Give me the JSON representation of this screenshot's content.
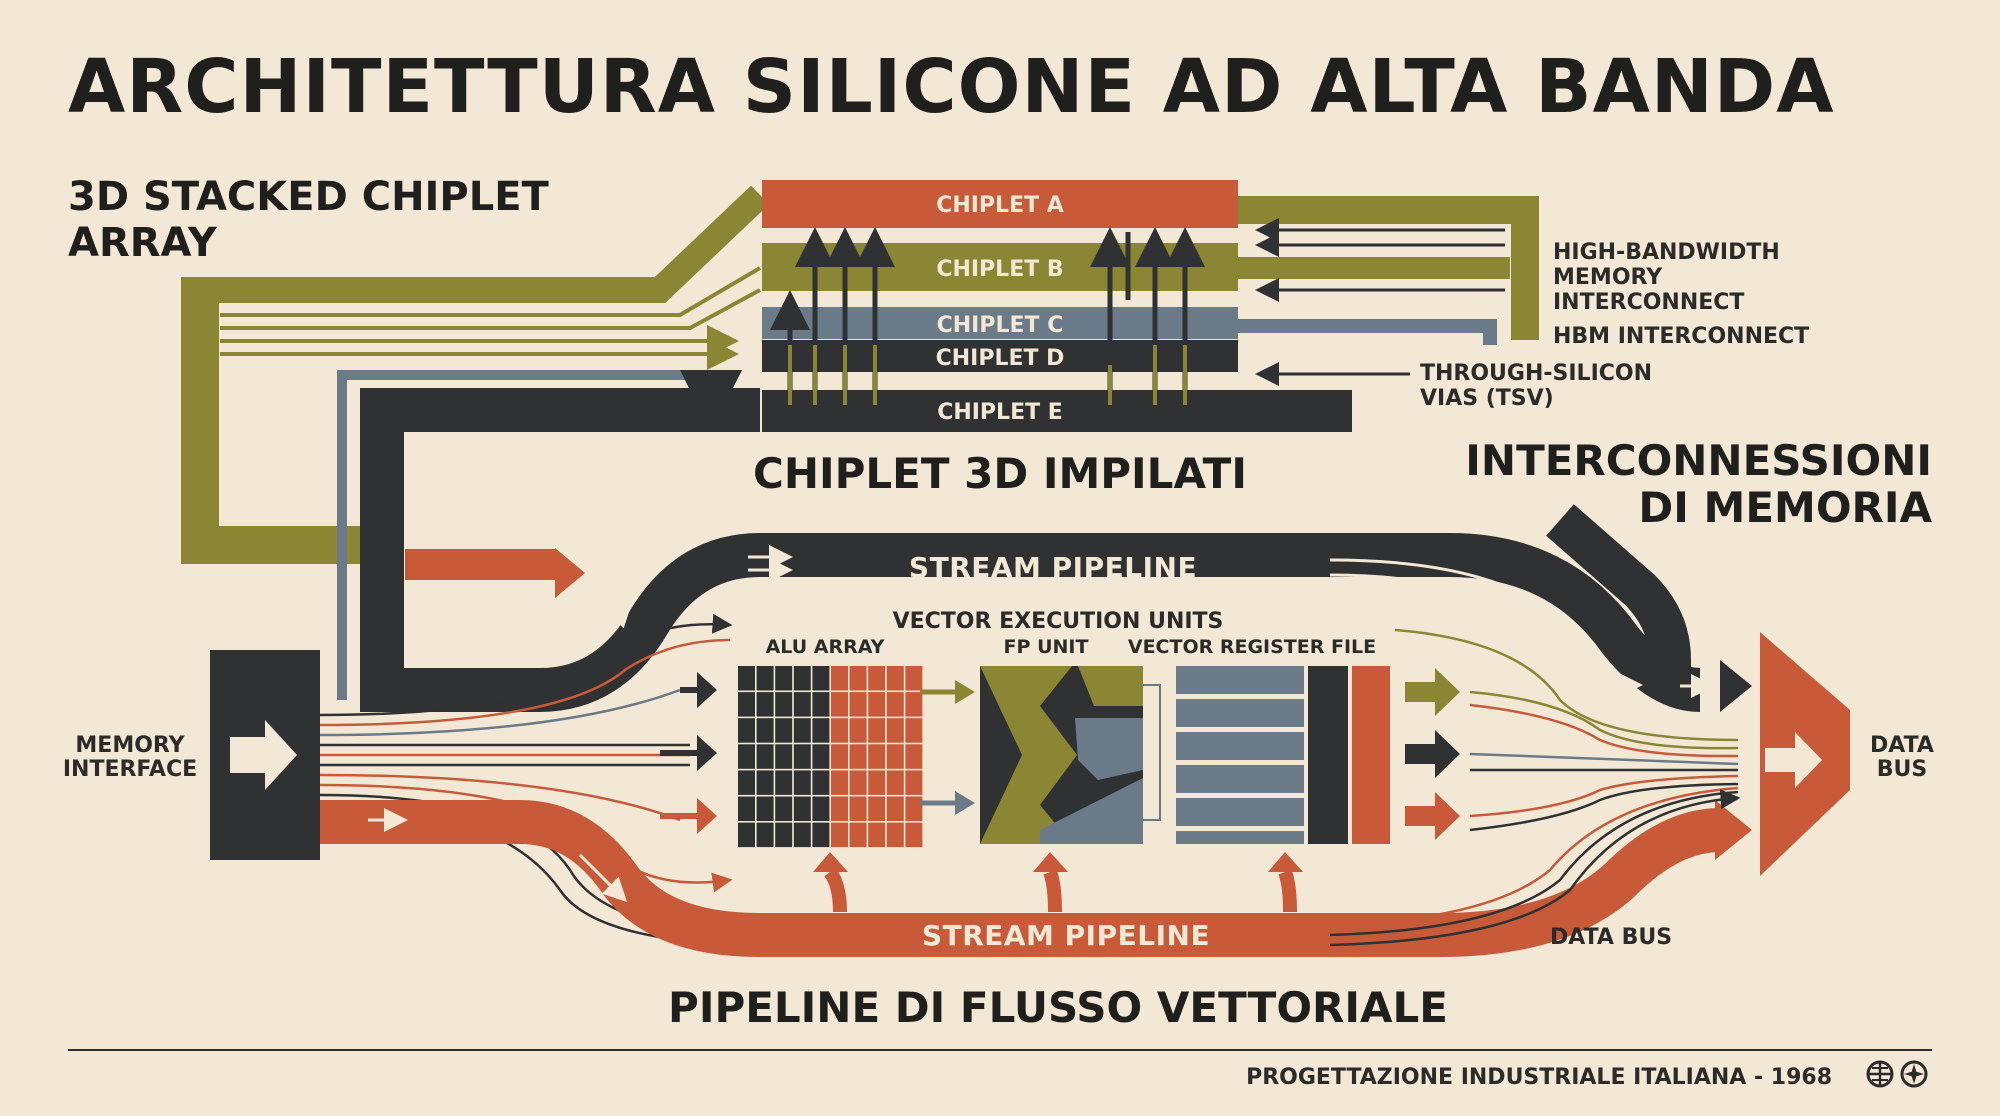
{
  "title": "ARCHITETTURA SILICONE AD ALTA BANDA",
  "headings": {
    "stacked_array": [
      "3D STACKED CHIPLET",
      "ARRAY"
    ],
    "chiplet_impilati": "CHIPLET 3D IMPILATI",
    "interconnessioni": [
      "INTERCONNESSIONI",
      "DI MEMORIA"
    ],
    "pipeline_flusso": "PIPELINE DI FLUSSO VETTORIALE"
  },
  "chiplets": [
    "CHIPLET A",
    "CHIPLET B",
    "CHIPLET C",
    "CHIPLET D",
    "CHIPLET E"
  ],
  "right_labels": {
    "hbm_interconnect": [
      "HIGH-BANDWIDTH",
      "MEMORY",
      "INTERCONNECT"
    ],
    "hbm_short": "HBM INTERCONNECT",
    "tsv": [
      "THROUGH-SILICON",
      "VIAS (TSV)"
    ]
  },
  "memory_interface": [
    "MEMORY",
    "INTERFACE"
  ],
  "data_bus_right": [
    "DATA",
    "BUS"
  ],
  "stream_pipeline_top": "STREAM PIPELINE",
  "stream_pipeline_bottom": "STREAM PIPELINE",
  "vector_units": {
    "title": "VECTOR EXECUTION UNITS",
    "alu": "ALU ARRAY",
    "fp": "FP UNIT",
    "vrf": "VECTOR REGISTER FILE"
  },
  "data_bus_bottom": "DATA BUS",
  "footer": "PROGETTAZIONE INDUSTRIALE ITALIANA - 1968",
  "colors": {
    "background": "#f3e8d5",
    "orange": "#c85a3a",
    "olive": "#8a8634",
    "slate": "#6b7a88",
    "charcoal": "#2f3133"
  }
}
